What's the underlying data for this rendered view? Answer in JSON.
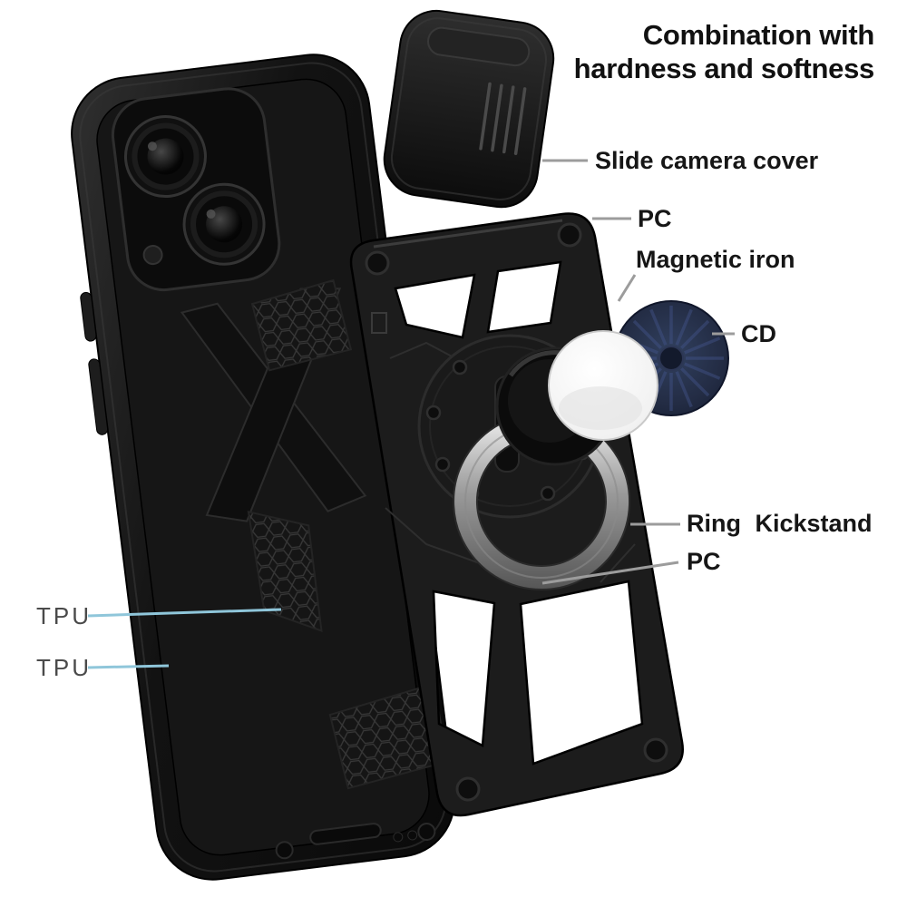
{
  "title": {
    "line1": "Combination with",
    "line2": "hardness and softness"
  },
  "callouts": {
    "slide_camera_cover": "Slide camera cover",
    "pc_top": "PC",
    "magnetic_iron": "Magnetic iron",
    "cd": "CD",
    "ring_kickstand": "Ring Kickstand",
    "pc_bottom": "PC",
    "tpu_top": "TPU",
    "tpu_bottom": "TPU"
  },
  "colors": {
    "background": "#ffffff",
    "text": "#111111",
    "tpu_text": "#4a4a4a",
    "callout_line": "#9c9c9c",
    "tpu_line": "#8fc6da",
    "case_black": "#141414",
    "cd_navy": "#232c44",
    "magnet_white": "#f4f4f4"
  }
}
